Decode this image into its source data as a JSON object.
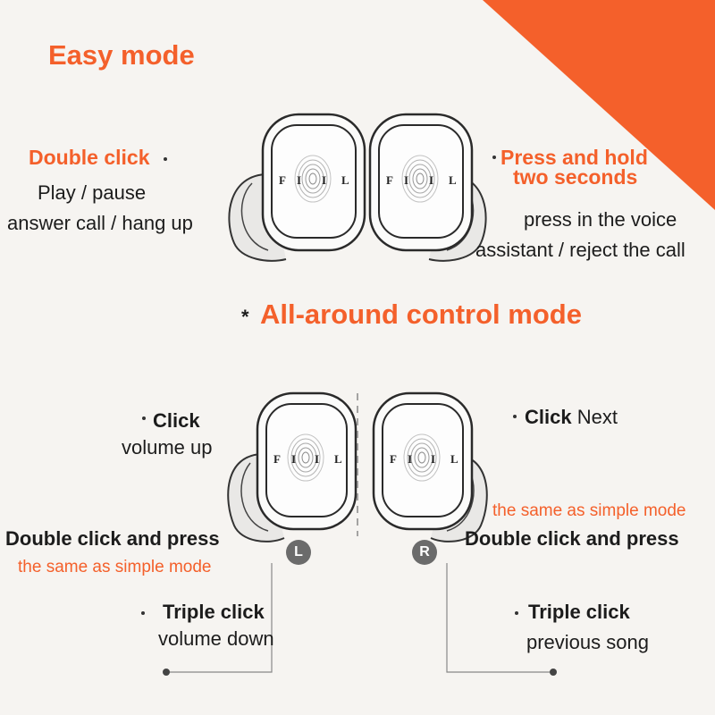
{
  "colors": {
    "accent": "#f4602b",
    "background": "#f6f4f1",
    "text": "#1c1c1c",
    "badge": "#6b6b6b"
  },
  "easy_mode": {
    "title": "Easy mode",
    "left": {
      "heading": "Double click",
      "lines": [
        "Play / pause",
        "answer call / hang up"
      ]
    },
    "right": {
      "heading_line1": "Press and hold",
      "heading_line2": "two seconds",
      "lines": [
        "press in the voice",
        "assistant / reject the call"
      ]
    }
  },
  "allround_mode": {
    "title": "All-around control mode",
    "star": "*",
    "left": {
      "click_heading": "Click",
      "click_desc": "volume up",
      "double_heading": "Double click and press",
      "double_desc": "the same as simple mode",
      "triple_heading": "Triple click",
      "triple_desc": "volume down"
    },
    "right": {
      "click_heading": "Click",
      "click_desc": "Next",
      "double_heading": "Double click and press",
      "double_desc": "the same as simple mode",
      "triple_heading": "Triple click",
      "triple_desc": "previous song"
    },
    "badge_left": "L",
    "badge_right": "R"
  },
  "brand_mark": "FIIL"
}
